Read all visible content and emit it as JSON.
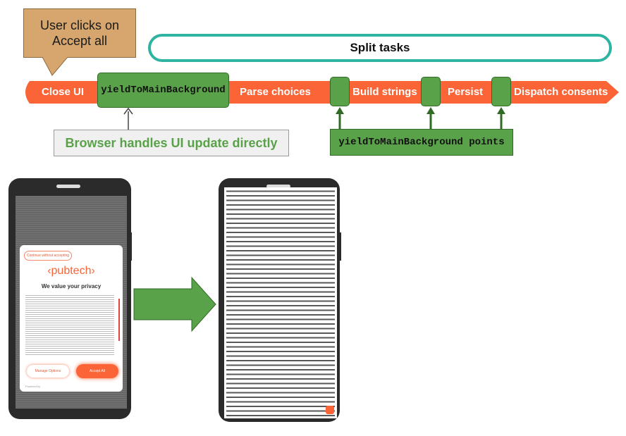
{
  "callout": {
    "line1": "User clicks on",
    "line2": "Accept all"
  },
  "split_tasks": {
    "label": "Split tasks"
  },
  "timeline": {
    "close_ui": "Close UI",
    "yield_label": "yieldToMainBackground",
    "parse_choices": "Parse choices",
    "build_strings": "Build strings",
    "persist": "Persist",
    "dispatch_consents": "Dispatch consents"
  },
  "browser_note": "Browser handles UI update directly",
  "yield_points": "yieldToMainBackground points",
  "consent_modal": {
    "continue_label": "Continue without accepting",
    "brand": "‹pubtech›",
    "heading": "We value your privacy",
    "manage_label": "Manage Options",
    "accept_label": "Accept All",
    "powered": "Powered by"
  },
  "colors": {
    "orange": "#fa6436",
    "green": "#5aa24a",
    "teal": "#2fb4a1",
    "callout": "#d6a66e"
  }
}
